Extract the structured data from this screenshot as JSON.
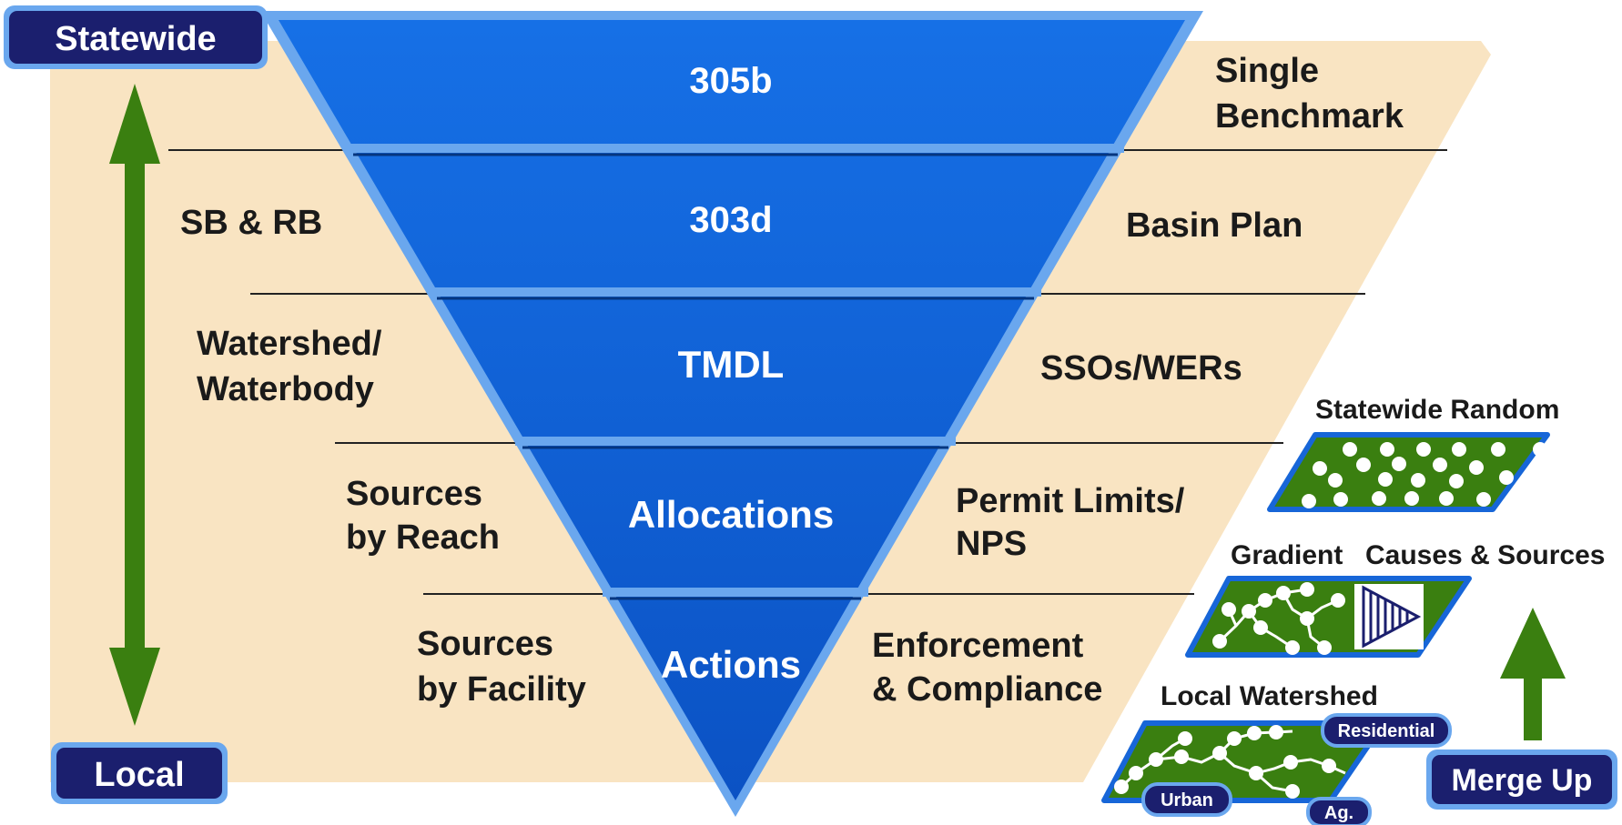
{
  "scale": {
    "top_label": "Statewide",
    "bottom_label": "Local"
  },
  "funnel": {
    "levels": [
      {
        "center": "305b",
        "left": [],
        "right": [
          "Single",
          "Benchmark"
        ]
      },
      {
        "center": "303d",
        "left": [
          "SB & RB"
        ],
        "right": [
          "Basin Plan"
        ]
      },
      {
        "center": "TMDL",
        "left": [
          "Watershed/",
          "Waterbody"
        ],
        "right": [
          "SSOs/WERs"
        ]
      },
      {
        "center": "Allocations",
        "left": [
          "Sources",
          "by Reach"
        ],
        "right": [
          "Permit Limits/",
          "NPS"
        ]
      },
      {
        "center": "Actions",
        "left": [
          "Sources",
          "by Facility"
        ],
        "right": [
          "Enforcement",
          "& Compliance"
        ]
      }
    ]
  },
  "monitoring": {
    "statewide_random": "Statewide Random",
    "gradient": "Gradient",
    "causes_sources": "Causes & Sources",
    "local_watershed": "Local Watershed",
    "tags": {
      "residential": "Residential",
      "urban": "Urban",
      "ag": "Ag."
    },
    "merge_label": "Merge Up"
  },
  "colors": {
    "tan": "#f9e4c2",
    "blue": "#0c5bd3",
    "blue_dark": "#083f9a",
    "blue_light": "#5e9de8",
    "navy": "#1b1f6e",
    "green": "#3a7f10"
  }
}
